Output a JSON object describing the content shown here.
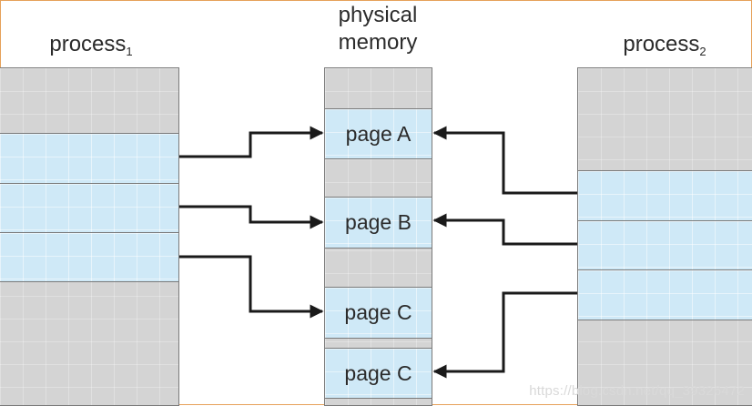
{
  "physical_memory": {
    "label_line1": "physical",
    "label_line2": "memory"
  },
  "process1": {
    "label": "process",
    "subscript": "1"
  },
  "process2": {
    "label": "process",
    "subscript": "2"
  },
  "pages": [
    "page A",
    "page B",
    "page C",
    "page C"
  ],
  "watermark": "https://blog.csdn.net/qq_39326472",
  "colors": {
    "shared_page": "#cfe9f7",
    "unused": "#d4d4d4",
    "arrow": "#1a1a1a",
    "border": "#7a7a7a"
  }
}
